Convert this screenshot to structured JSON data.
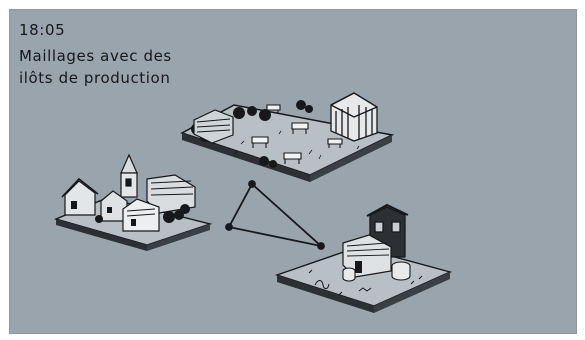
{
  "sketch": {
    "time": "18:05",
    "caption_line1": "Maillages avec des",
    "caption_line2": "ilôts de production"
  },
  "colors": {
    "paper": "#9aa4ad",
    "ink": "#16181b",
    "tile_top": "#b8c0c6",
    "tile_side": "#2c3034"
  }
}
